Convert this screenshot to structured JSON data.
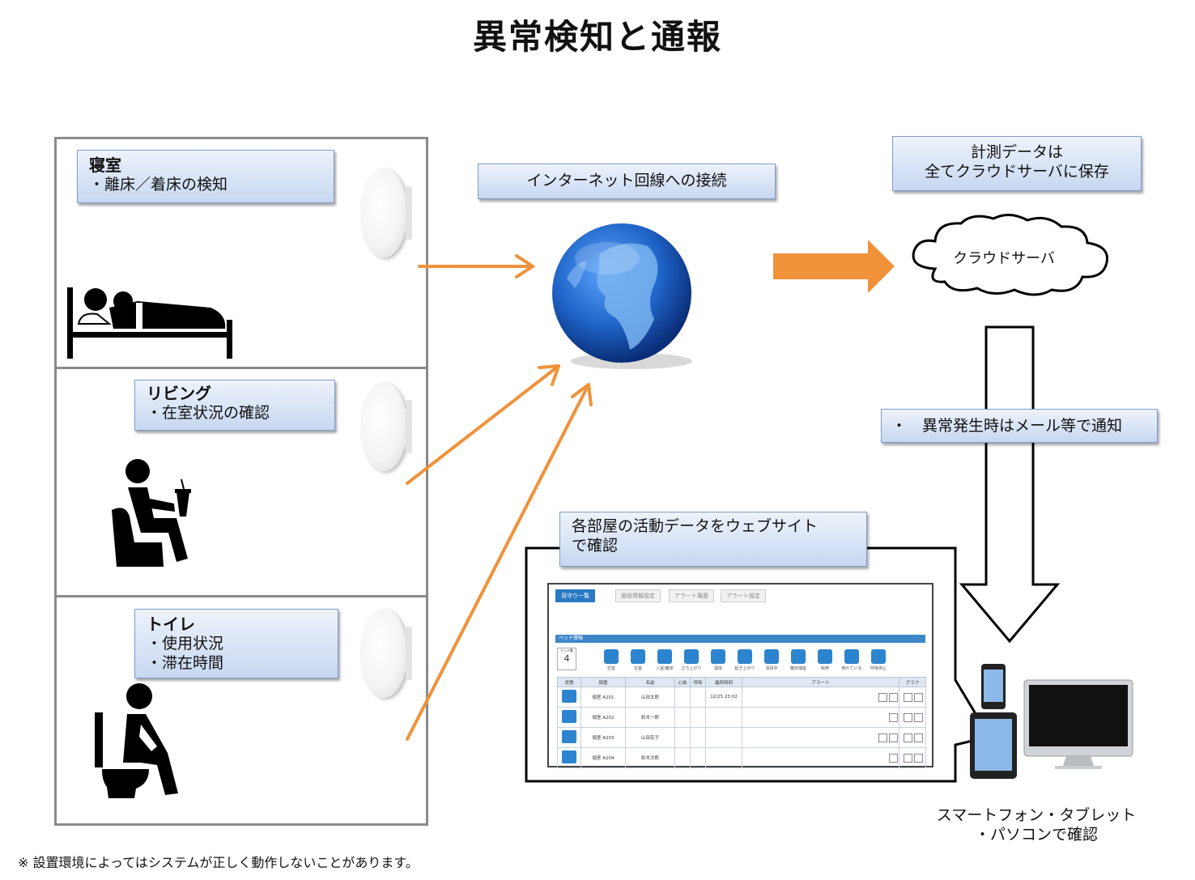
{
  "title": "異常検知と通報",
  "rooms": {
    "bedroom": {
      "head": "寝室",
      "items": [
        "・離床／着床の検知"
      ]
    },
    "living": {
      "head": "リビング",
      "items": [
        "・在室状況の確認"
      ]
    },
    "toilet": {
      "head": "トイレ",
      "items": [
        "・使用状況",
        "・滞在時間"
      ]
    }
  },
  "internet_label": "インターネット回線への接続",
  "storage_label": {
    "line1": "計測データは",
    "line2": "全てクラウドサーバに保存"
  },
  "cloud_label": "クラウドサーバ",
  "notify_label": "・　異常発生時はメール等で通知",
  "web_label": {
    "line1": "各部屋の活動データをウェブサイト",
    "line2": "で確認"
  },
  "devices_caption": {
    "line1": "スマートフォン・タブレット",
    "line2": "・パソコンで確認"
  },
  "footnote": "※ 設置環境によってはシステムが正しく動作しないことがあります。",
  "app": {
    "tabs": [
      "見守り一覧",
      "施設情報設定",
      "アラート履歴",
      "アラート設定"
    ],
    "section": "ベッド情報",
    "bed_count_label": "ベッド数",
    "bed_count": "4",
    "status_icons": [
      "空室",
      "在室",
      "入室/離床",
      "立ち上がり",
      "寝床",
      "起き上がり",
      "清掃中",
      "離床端座",
      "転倒",
      "倒れている",
      "呼吸停止"
    ],
    "columns": [
      "状態",
      "部屋",
      "名前",
      "心拍",
      "呼吸",
      "最終時刻",
      "アラート",
      "グラフ"
    ],
    "rows": [
      {
        "room": "個室 A201",
        "name": "山田太郎",
        "time": "12/25 23:02"
      },
      {
        "room": "個室 A202",
        "name": "鈴木一郎",
        "time": ""
      },
      {
        "room": "個室 A203",
        "name": "山田花子",
        "time": ""
      },
      {
        "room": "個室 A204",
        "name": "鈴木次郎",
        "time": ""
      }
    ]
  },
  "colors": {
    "arrow_orange": "#f0923a",
    "label_blue": "#c7d7f1",
    "globe_blue": "#1e63c6"
  }
}
